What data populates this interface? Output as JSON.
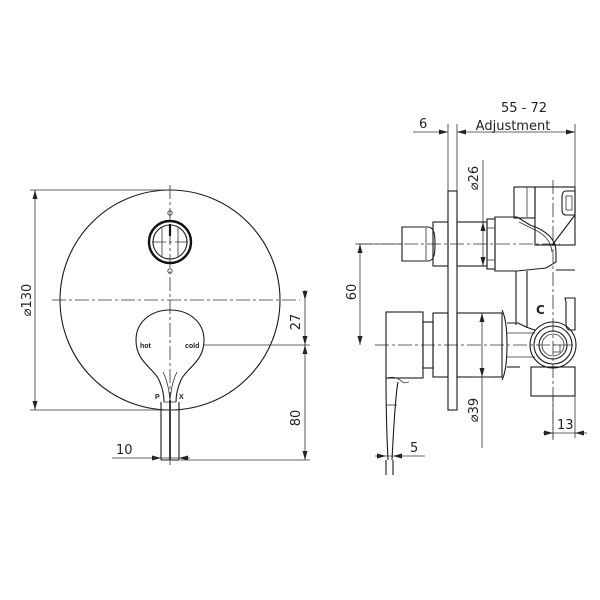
{
  "drawing": {
    "title": "Concealed shower mixer with diverter - dimensional drawing",
    "views": {
      "front": {
        "labels": {
          "hot": "hot",
          "cold": "cold",
          "brand_left": "P",
          "brand_right": "X"
        },
        "dimensions": {
          "plate_diameter": "⌀130",
          "lever_offset": "27",
          "lever_length": "80",
          "lever_width": "10"
        }
      },
      "side": {
        "labels": {
          "outlet_marker": "C"
        },
        "dimensions": {
          "plate_thickness": "6",
          "adjustment_range": "55 - 72",
          "adjustment_label": "Adjustment",
          "diverter_diameter": "⌀26",
          "diverter_to_lever": "60",
          "handle_diameter": "⌀39",
          "lever_thickness": "5",
          "outlet_offset": "13"
        }
      }
    },
    "colors": {
      "line": "#1a1a1a",
      "background": "#ffffff"
    }
  }
}
